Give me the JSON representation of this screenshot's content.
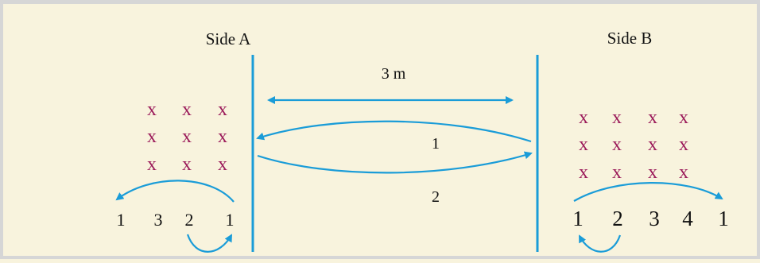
{
  "diagram": {
    "side_a": {
      "title": "Side A",
      "crosses": [
        [
          "x",
          "x",
          "x"
        ],
        [
          "x",
          "x",
          "x"
        ],
        [
          "x",
          "x",
          "x"
        ]
      ],
      "numbers": [
        "1",
        "3",
        "2",
        "1"
      ]
    },
    "side_b": {
      "title": "Side B",
      "crosses": [
        [
          "x",
          "x",
          "x",
          "x"
        ],
        [
          "x",
          "x",
          "x",
          "x"
        ],
        [
          "x",
          "x",
          "x",
          "x"
        ]
      ],
      "numbers": [
        "1",
        "2",
        "3",
        "4",
        "1"
      ]
    },
    "distance_label": "3 m",
    "upper_path_label": "1",
    "lower_path_label": "2",
    "colors": {
      "background": "#f8f3dd",
      "line": "#1a9cd8",
      "cross": "#9b1b5a",
      "text": "#111111"
    }
  }
}
